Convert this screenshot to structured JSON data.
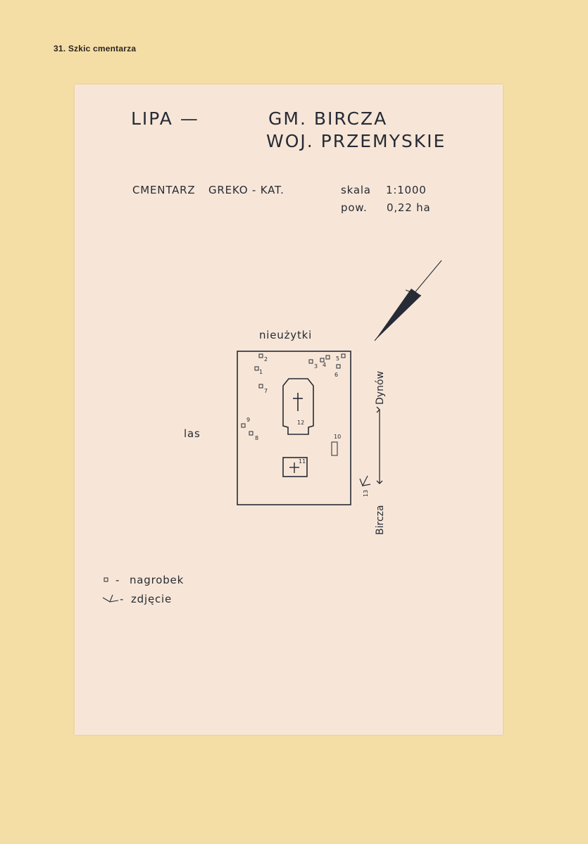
{
  "caption": "31. Szkic cmentarza",
  "header": {
    "place": "LIPA —",
    "commune": "GM. BIRCZA",
    "voivodeship": "WOJ. PRZEMYSKIE",
    "cemetery_type": "CMENTARZ",
    "denomination": "GREKO - KAT.",
    "scale_label": "skala",
    "scale_value": "1:1000",
    "area_label": "pow.",
    "area_value": "0,22 ha"
  },
  "map": {
    "north_label": "nieużytki",
    "west_label": "las",
    "road_north": "Dynów",
    "road_south": "Bircza",
    "chapel_number": "12",
    "cross_number": "11",
    "photo_mark_number": "13",
    "graves": [
      "1",
      "2",
      "3",
      "4",
      "5",
      "6",
      "7",
      "8",
      "9",
      "10"
    ]
  },
  "legend": {
    "grave": "nagrobek",
    "photo": "zdjęcie",
    "separator": "-"
  },
  "colors": {
    "ink": "#262b36",
    "sheet": "#f7e6d7",
    "board": "#f5dea6"
  }
}
